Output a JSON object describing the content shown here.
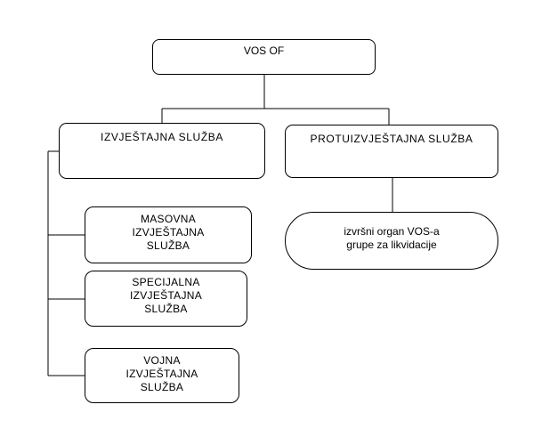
{
  "diagram": {
    "nodes": {
      "vos_of": "VOS OF",
      "izvjestajna_sluzba": "IZVJEŠTAJNA  SLUŽBA",
      "protuizvjestajna_sluzba": "PROTUIZVJEŠTAJNA  SLUŽBA",
      "masovna": "MASOVNA\nIZVJEŠTAJNA\nSLUŽBA",
      "specijalna": "SPECIJALNA\nIZVJEŠTAJNA\nSLUŽBA",
      "vojna": "VOJNA\nIZVJEŠTAJNA\nSLUŽBA",
      "izvrsni_organ": "izvršni organ VOS-a\ngrupe za likvidacije"
    },
    "edges": [
      {
        "from": "vos_of",
        "to": "izvjestajna_sluzba"
      },
      {
        "from": "vos_of",
        "to": "protuizvjestajna_sluzba"
      },
      {
        "from": "izvjestajna_sluzba",
        "to": "masovna"
      },
      {
        "from": "izvjestajna_sluzba",
        "to": "specijalna"
      },
      {
        "from": "izvjestajna_sluzba",
        "to": "vojna"
      },
      {
        "from": "protuizvjestajna_sluzba",
        "to": "izvrsni_organ"
      }
    ],
    "colors": {
      "line": "#000000",
      "box_border": "#000000",
      "background": "#ffffff"
    }
  }
}
